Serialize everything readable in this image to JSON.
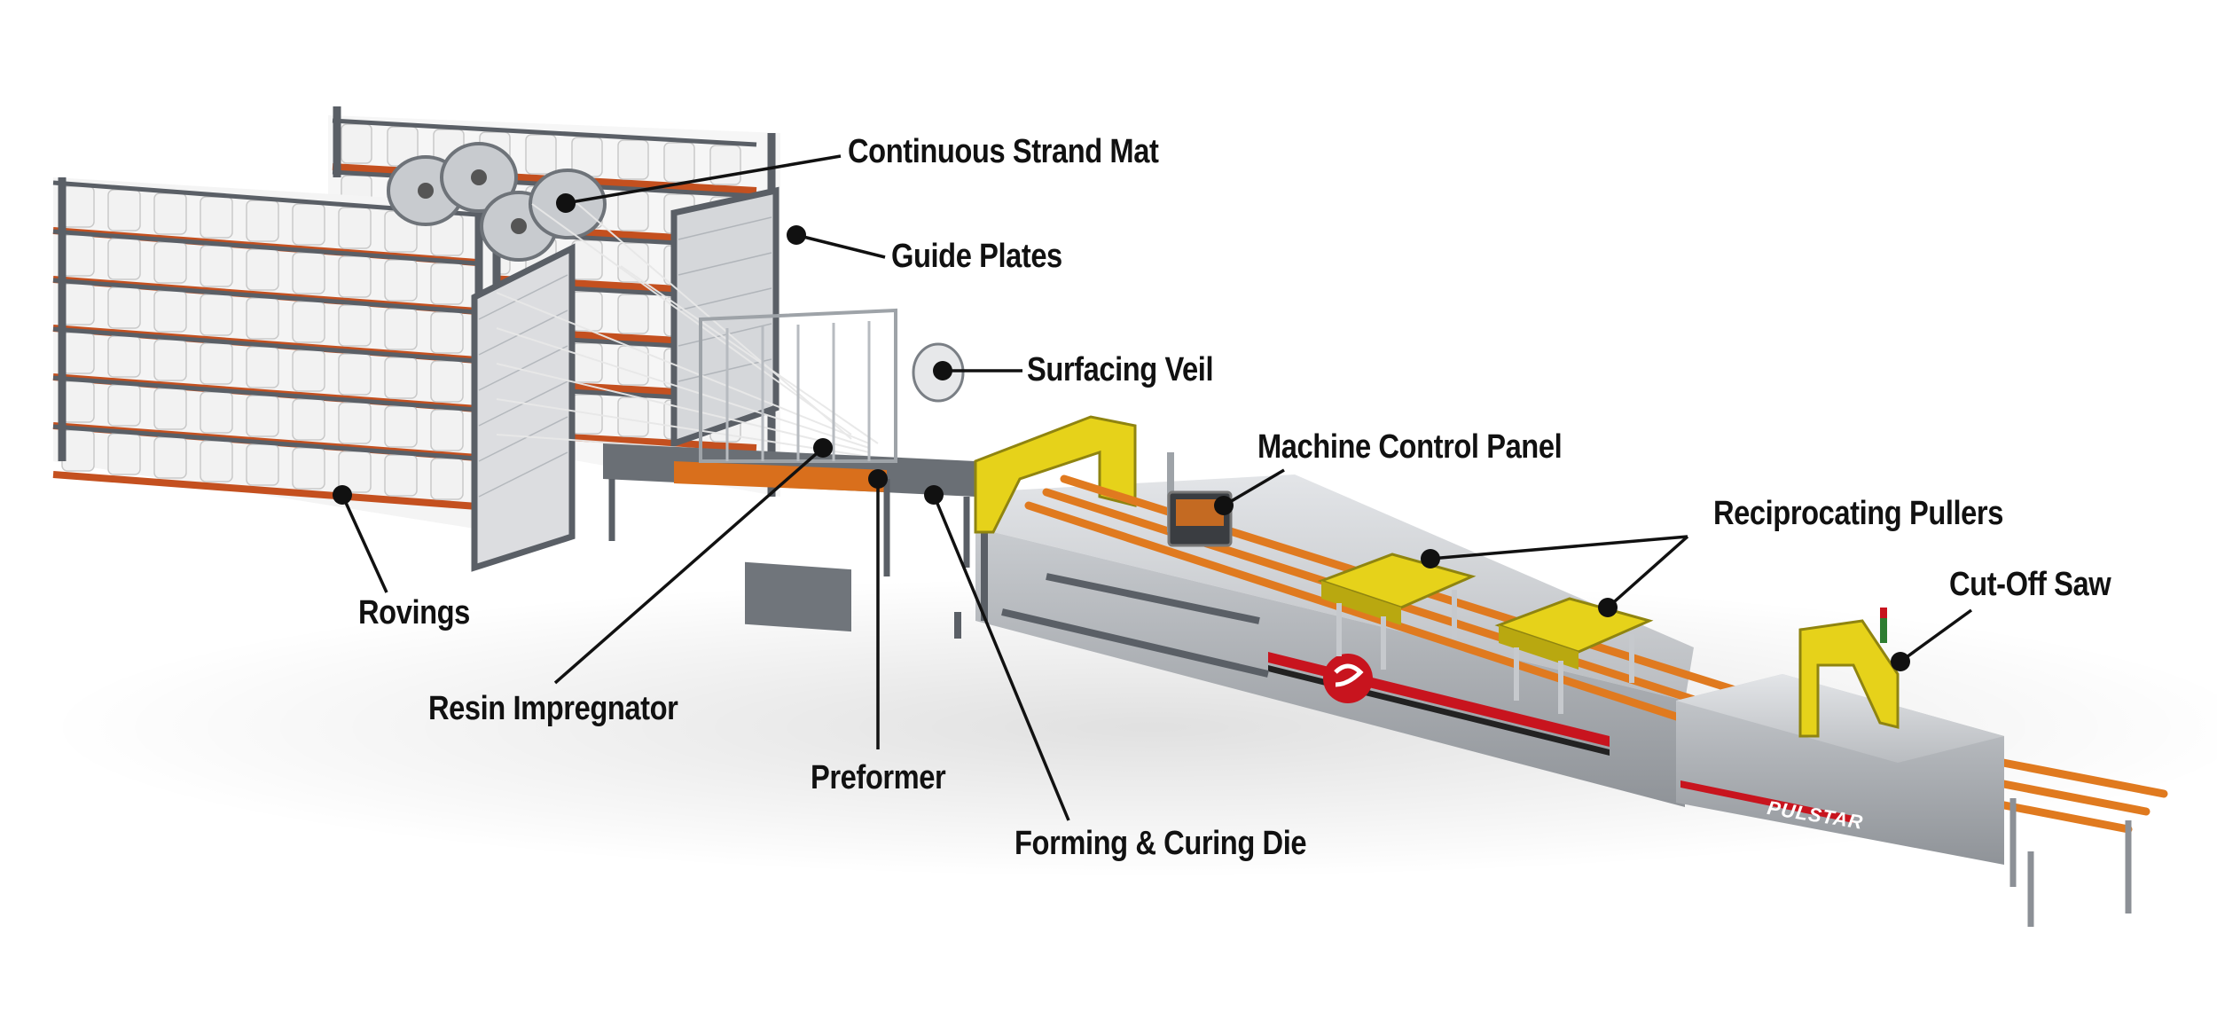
{
  "labels": {
    "continuous_strand_mat": "Continuous Strand Mat",
    "guide_plates": "Guide Plates",
    "surfacing_veil": "Surfacing Veil",
    "machine_control_panel": "Machine Control Panel",
    "reciprocating_pullers": "Reciprocating Pullers",
    "cut_off_saw": "Cut-Off Saw",
    "rovings": "Rovings",
    "resin_impregnator": "Resin Impregnator",
    "preformer": "Preformer",
    "forming_curing_die": "Forming & Curing Die"
  },
  "brand": "PULSTAR",
  "colors": {
    "frame": "#5a5f66",
    "spool": "#f2f2f2",
    "shelf": "#c4501f",
    "yellow": "#e6d21a",
    "orange": "#e07a1f",
    "body": "#a9adb2",
    "stripe_red": "#c8141e",
    "callout": "#111111"
  }
}
